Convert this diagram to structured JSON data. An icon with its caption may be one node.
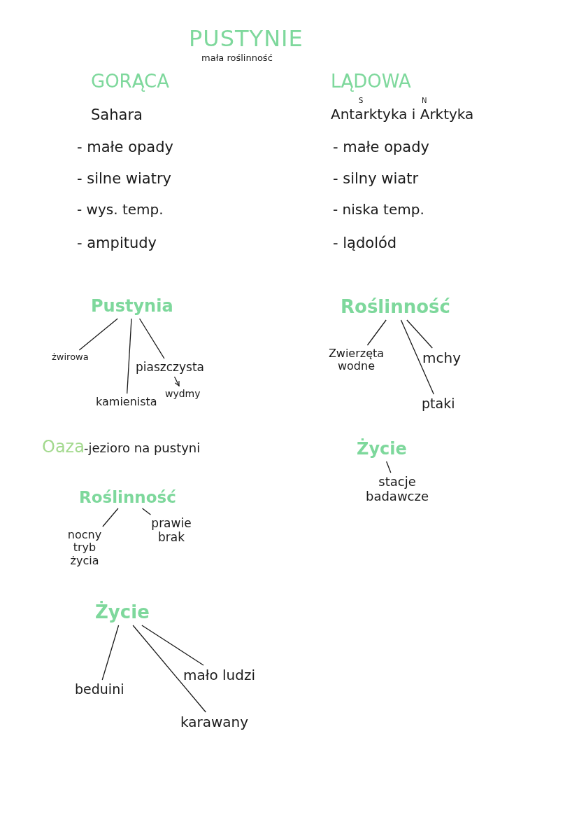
{
  "diagram": {
    "title": "PUSTYNIE",
    "nodes": [
      {
        "text": [
          "Pustynia"
        ]
      },
      {
        "text": [
          "żwirowa"
        ]
      },
      {
        "text": [
          "kamienista"
        ]
      },
      {
        "text": [
          "piaszczysta"
        ]
      },
      {
        "text": [
          "wydmy"
        ]
      },
      {
        "text": [
          "Roślinność"
        ]
      },
      {
        "text": [
          "Zwierzęta wodne"
        ]
      },
      {
        "text": [
          "mchy"
        ]
      },
      {
        "text": [
          "ptaki"
        ]
      },
      {
        "text": [
          "Życie"
        ]
      },
      {
        "text": [
          "stacje badawcze"
        ]
      },
      {
        "text": [
          "Roślinność"
        ]
      },
      {
        "text": [
          "nocny tryb życia"
        ]
      },
      {
        "text": [
          "prawie brak"
        ]
      },
      {
        "text": [
          "Życie"
        ]
      },
      {
        "text": [
          "beduini"
        ]
      },
      {
        "text": [
          "mało ludzi"
        ]
      },
      {
        "text": [
          "karawany"
        ]
      }
    ],
    "edges": [
      {
        "from": 0,
        "to": 1,
        "arrow": "none"
      },
      {
        "from": 0,
        "to": 2,
        "arrow": "none"
      },
      {
        "from": 0,
        "to": 3,
        "arrow": "none"
      },
      {
        "from": 3,
        "to": 4,
        "arrow": "to"
      },
      {
        "from": 5,
        "to": 6,
        "arrow": "none"
      },
      {
        "from": 5,
        "to": 8,
        "arrow": "none"
      },
      {
        "from": 5,
        "to": 7,
        "arrow": "none"
      },
      {
        "from": 9,
        "to": 10,
        "arrow": "none"
      },
      {
        "from": 11,
        "to": 12,
        "arrow": "none"
      },
      {
        "from": 11,
        "to": 13,
        "arrow": "none"
      },
      {
        "from": 14,
        "to": 15,
        "arrow": "none"
      },
      {
        "from": 14,
        "to": 17,
        "arrow": "none"
      },
      {
        "from": 14,
        "to": 16,
        "arrow": "none"
      }
    ],
    "labels": [
      "mała roślinność",
      "GORĄCA",
      "LĄDOWA",
      "S",
      "N",
      "Sahara",
      "Antarktyka i Arktyka",
      "- małe opady",
      "- małe opady",
      "- silne wiatry",
      "- silny wiatr",
      "- wys. temp.",
      "- niska temp.",
      "- ampitudy",
      "- lądolód",
      "Oaza",
      "-jezioro na pustyni"
    ]
  }
}
